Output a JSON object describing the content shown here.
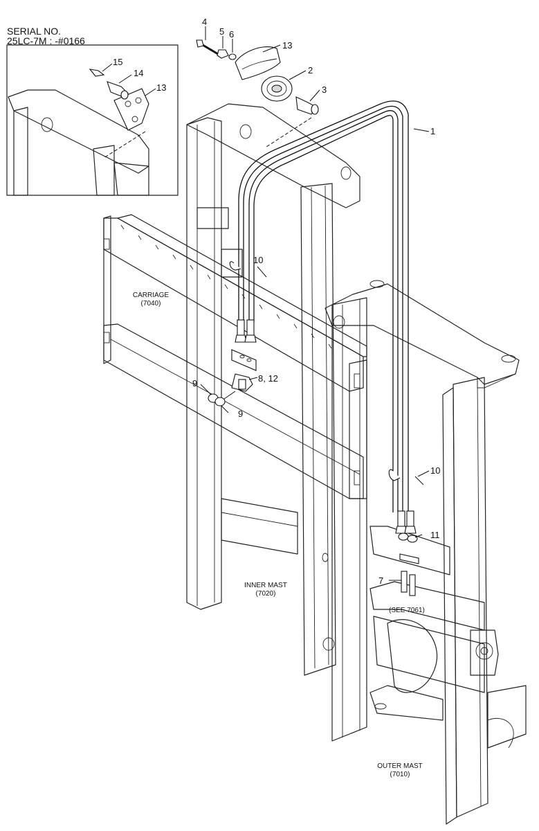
{
  "serial": {
    "line1": "SERIAL NO.",
    "line2": "25LC-7M : -#0166"
  },
  "labels": {
    "carriage": "CARRIAGE",
    "carriage_ref": "(7040)",
    "inner_mast": "INNER MAST",
    "inner_mast_ref": "(7020)",
    "outer_mast": "OUTER MAST",
    "outer_mast_ref": "(7010)",
    "see_ref": "(SEE 7061)"
  },
  "callouts": {
    "c1": "1",
    "c2": "2",
    "c3": "3",
    "c4": "4",
    "c5": "5",
    "c6": "6",
    "c7": "7",
    "c8_12": "8, 12",
    "c9a": "9",
    "c9b": "9",
    "c10a": "10",
    "c10b": "10",
    "c11": "11",
    "c13a": "13",
    "c13b": "13",
    "c14": "14",
    "c15": "15"
  }
}
